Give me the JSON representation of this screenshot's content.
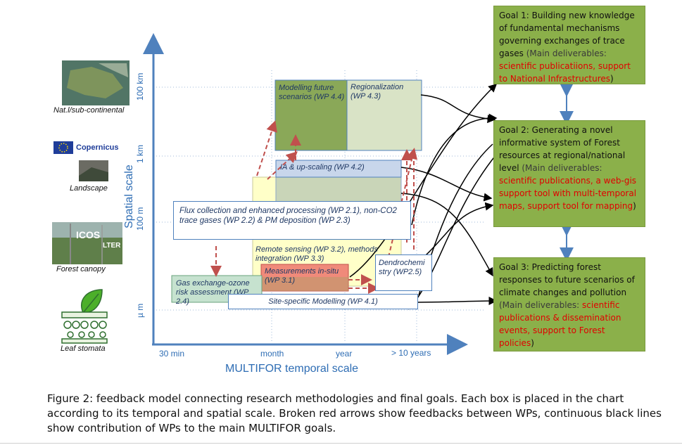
{
  "axes": {
    "x_title": "MULTIFOR temporal scale",
    "y_title": "Spatial scale",
    "x_ticks": [
      "30 min",
      "month",
      "year",
      "> 10 years"
    ],
    "y_ticks": [
      "100 km",
      "1 km",
      "100 m",
      "µ m"
    ]
  },
  "scales": {
    "national": "Nat.l/sub-continental",
    "copernicus": "Copernicus",
    "landscape": "Landscape",
    "icos": "ICOS",
    "lter": "LTER",
    "forest_canopy": "Forest canopy",
    "leaf": "Leaf stomata"
  },
  "boxes": {
    "wp44": "Modelling future scenarios (WP 4.4)",
    "wp43": "Regionalization (WP 4.3)",
    "wp42": "IA & up-scaling (WP 4.2)",
    "wp21": "Flux collection and enhanced processing (WP 2.1), non-CO2 trace gases (WP 2.2) & PM deposition (WP 2.3)",
    "wp32": "Remote sensing (WP 3.2), methods integration (WP 3.3)",
    "wp31": "Measurements in-situ (WP 3.1)",
    "wp25": "Dendrochemi stry (WP2.5)",
    "wp24": "Gas exchange-ozone risk assessment (WP 2.4)",
    "wp41": "Site-specific Modelling (WP 4.1)"
  },
  "goals": {
    "g1": {
      "main": "Goal 1: Building new knowledge of fundamental mechanisms governing exchanges of trace gases",
      "open": "(Main deliverables:",
      "red": "scientific publicatiions, support to National Infrastructures",
      "close": ")"
    },
    "g2": {
      "main": "Goal 2: Generating a novel informative system of Forest resources at regional/national level",
      "open": "(Main deliverables:",
      "red": "scientific publications, a web-gis support tool with multi-temporal maps, support tool for mapping",
      "close": ")"
    },
    "g3": {
      "main": "Goal 3: Predicting forest responses to future scenarios of climate changes and pollution",
      "open": "(Main deliverables:",
      "red": "scientific publications & dissemination events, support to Forest policies",
      "close": ")"
    }
  },
  "caption": "Figure 2: feedback model connecting research methodologies and final goals. Each box is placed in the chart according to its temporal and spatial scale. Broken red arrows show feedbacks between WPs, continuous black lines show contribution of WPs to the main MULTIFOR goals.",
  "colors": {
    "axis": "#4f81bd",
    "goal_fill": "#8bb04a",
    "feedback_arrow": "#c0504d",
    "contribution_line": "#000000"
  }
}
